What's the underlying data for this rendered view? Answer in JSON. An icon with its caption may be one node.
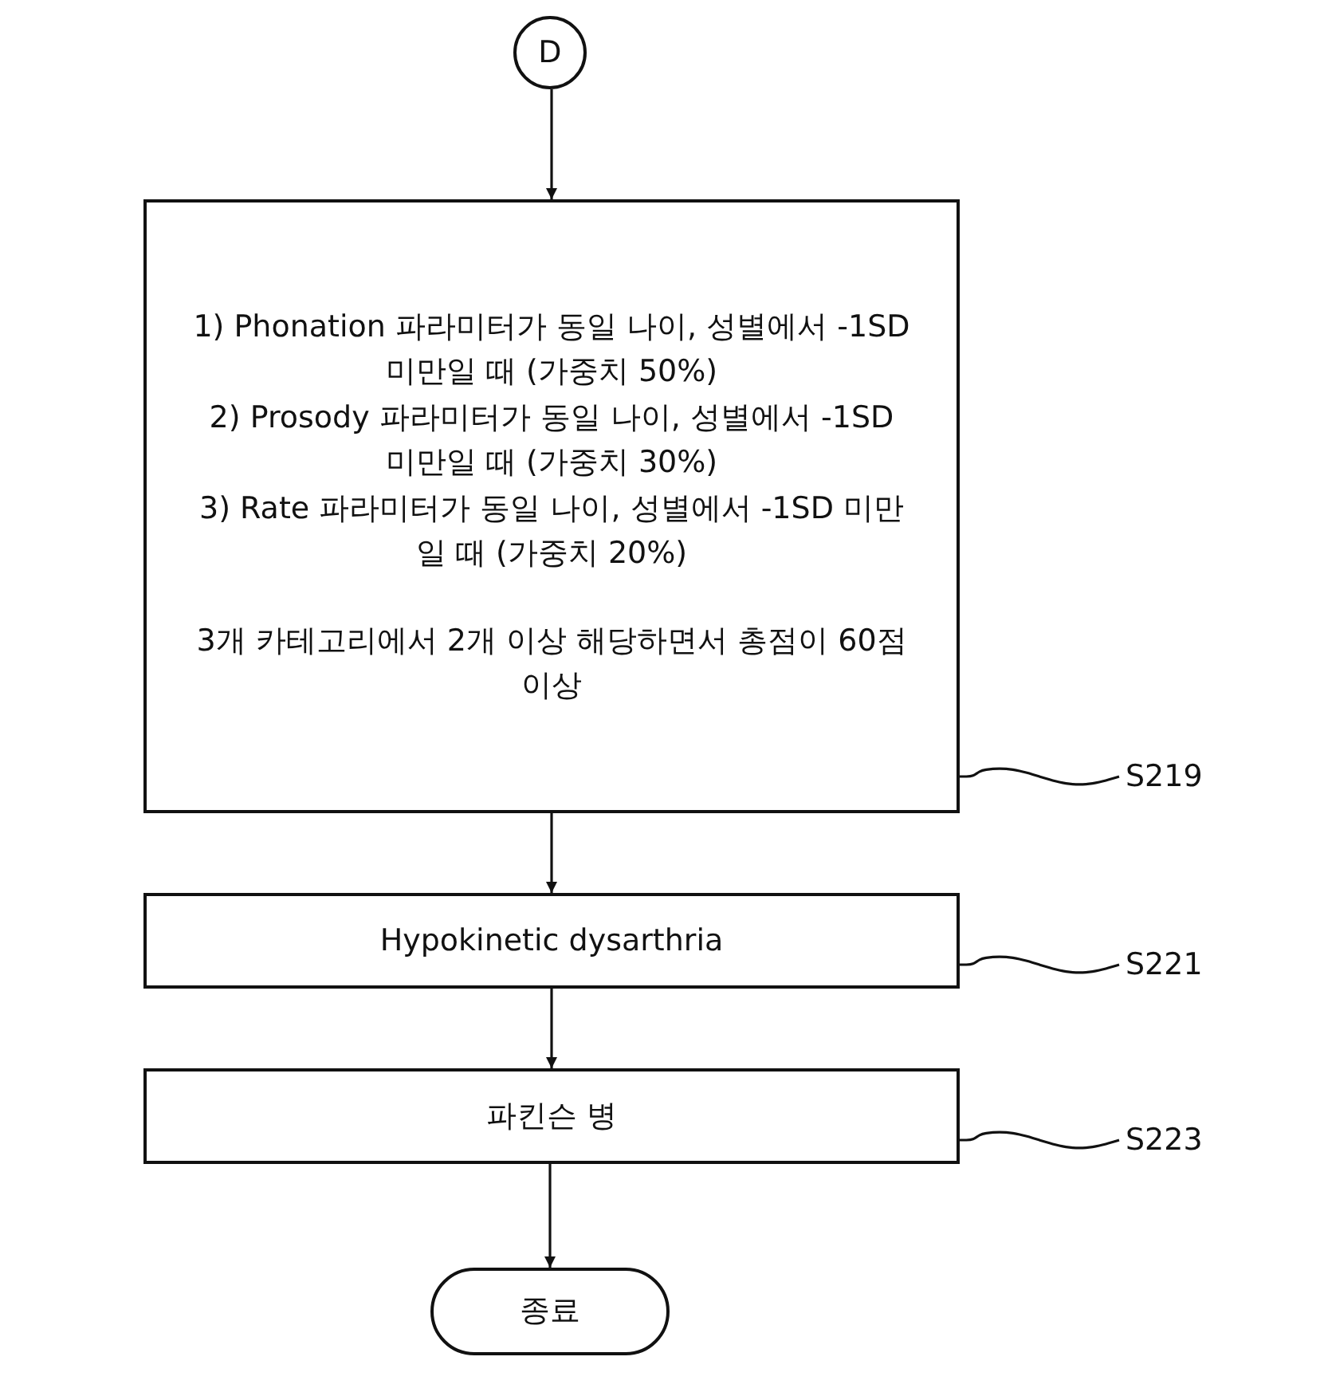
{
  "diagram": {
    "nodes": [
      {
        "text": [
          "D"
        ]
      },
      {
        "text": [
          "1) Phonation 파라미터가 동일 나이, 성별에서 -1SD 미만일 때 (가중치 50%)",
          "2) Prosody 파라미터가 동일 나이, 성별에서 -1SD 미만일 때 (가중치 30%)",
          "3) Rate 파라미터가 동일 나이, 성별에서 -1SD 미만일 때 (가중치 20%)",
          "3개 카테고리에서 2개 이상 해당하면서 총점이 60점 이상"
        ]
      },
      {
        "text": [
          "Hypokinetic dysarthria"
        ]
      },
      {
        "text": [
          "파킨슨 병"
        ]
      },
      {
        "text": [
          "종료"
        ]
      },
      {
        "text": [
          "S219"
        ]
      },
      {
        "text": [
          "S221"
        ]
      },
      {
        "text": [
          "S223"
        ]
      }
    ],
    "edges": [
      {
        "from": 0,
        "to": 1,
        "arrow": "to"
      },
      {
        "from": 1,
        "to": 2,
        "arrow": "to"
      },
      {
        "from": 2,
        "to": 3,
        "arrow": "to"
      },
      {
        "from": 3,
        "to": 4,
        "arrow": "to"
      },
      {
        "from": 5,
        "to": 1,
        "arrow": "none"
      },
      {
        "from": 6,
        "to": 2,
        "arrow": "none"
      },
      {
        "from": 7,
        "to": 3,
        "arrow": "none"
      }
    ]
  }
}
